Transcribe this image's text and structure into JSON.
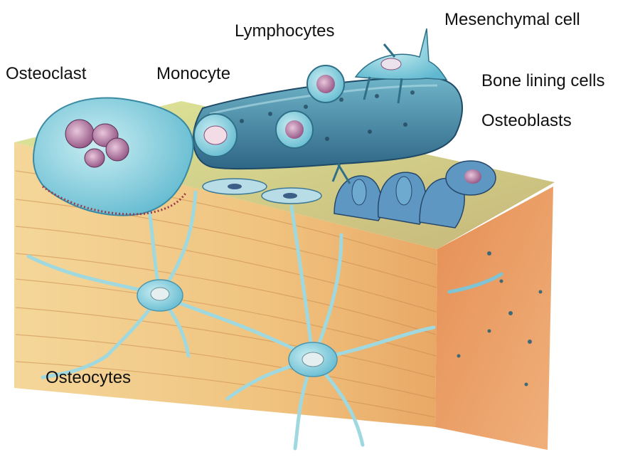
{
  "labels": {
    "osteoclast": "Osteoclast",
    "monocyte": "Monocyte",
    "lymphocytes": "Lymphocytes",
    "mesenchymal_cell": "Mesenchymal cell",
    "bone_lining_cells": "Bone lining cells",
    "osteoblasts": "Osteoblasts",
    "osteocytes": "Osteocytes"
  },
  "colors": {
    "bone_front": "#f0c98a",
    "bone_side": "#e7935a",
    "bone_top": "#d9d88a",
    "cell_fill": "#8fd3e0",
    "cell_dark": "#3d7896",
    "nucleus": "#9a5a88",
    "background": "#ffffff"
  }
}
